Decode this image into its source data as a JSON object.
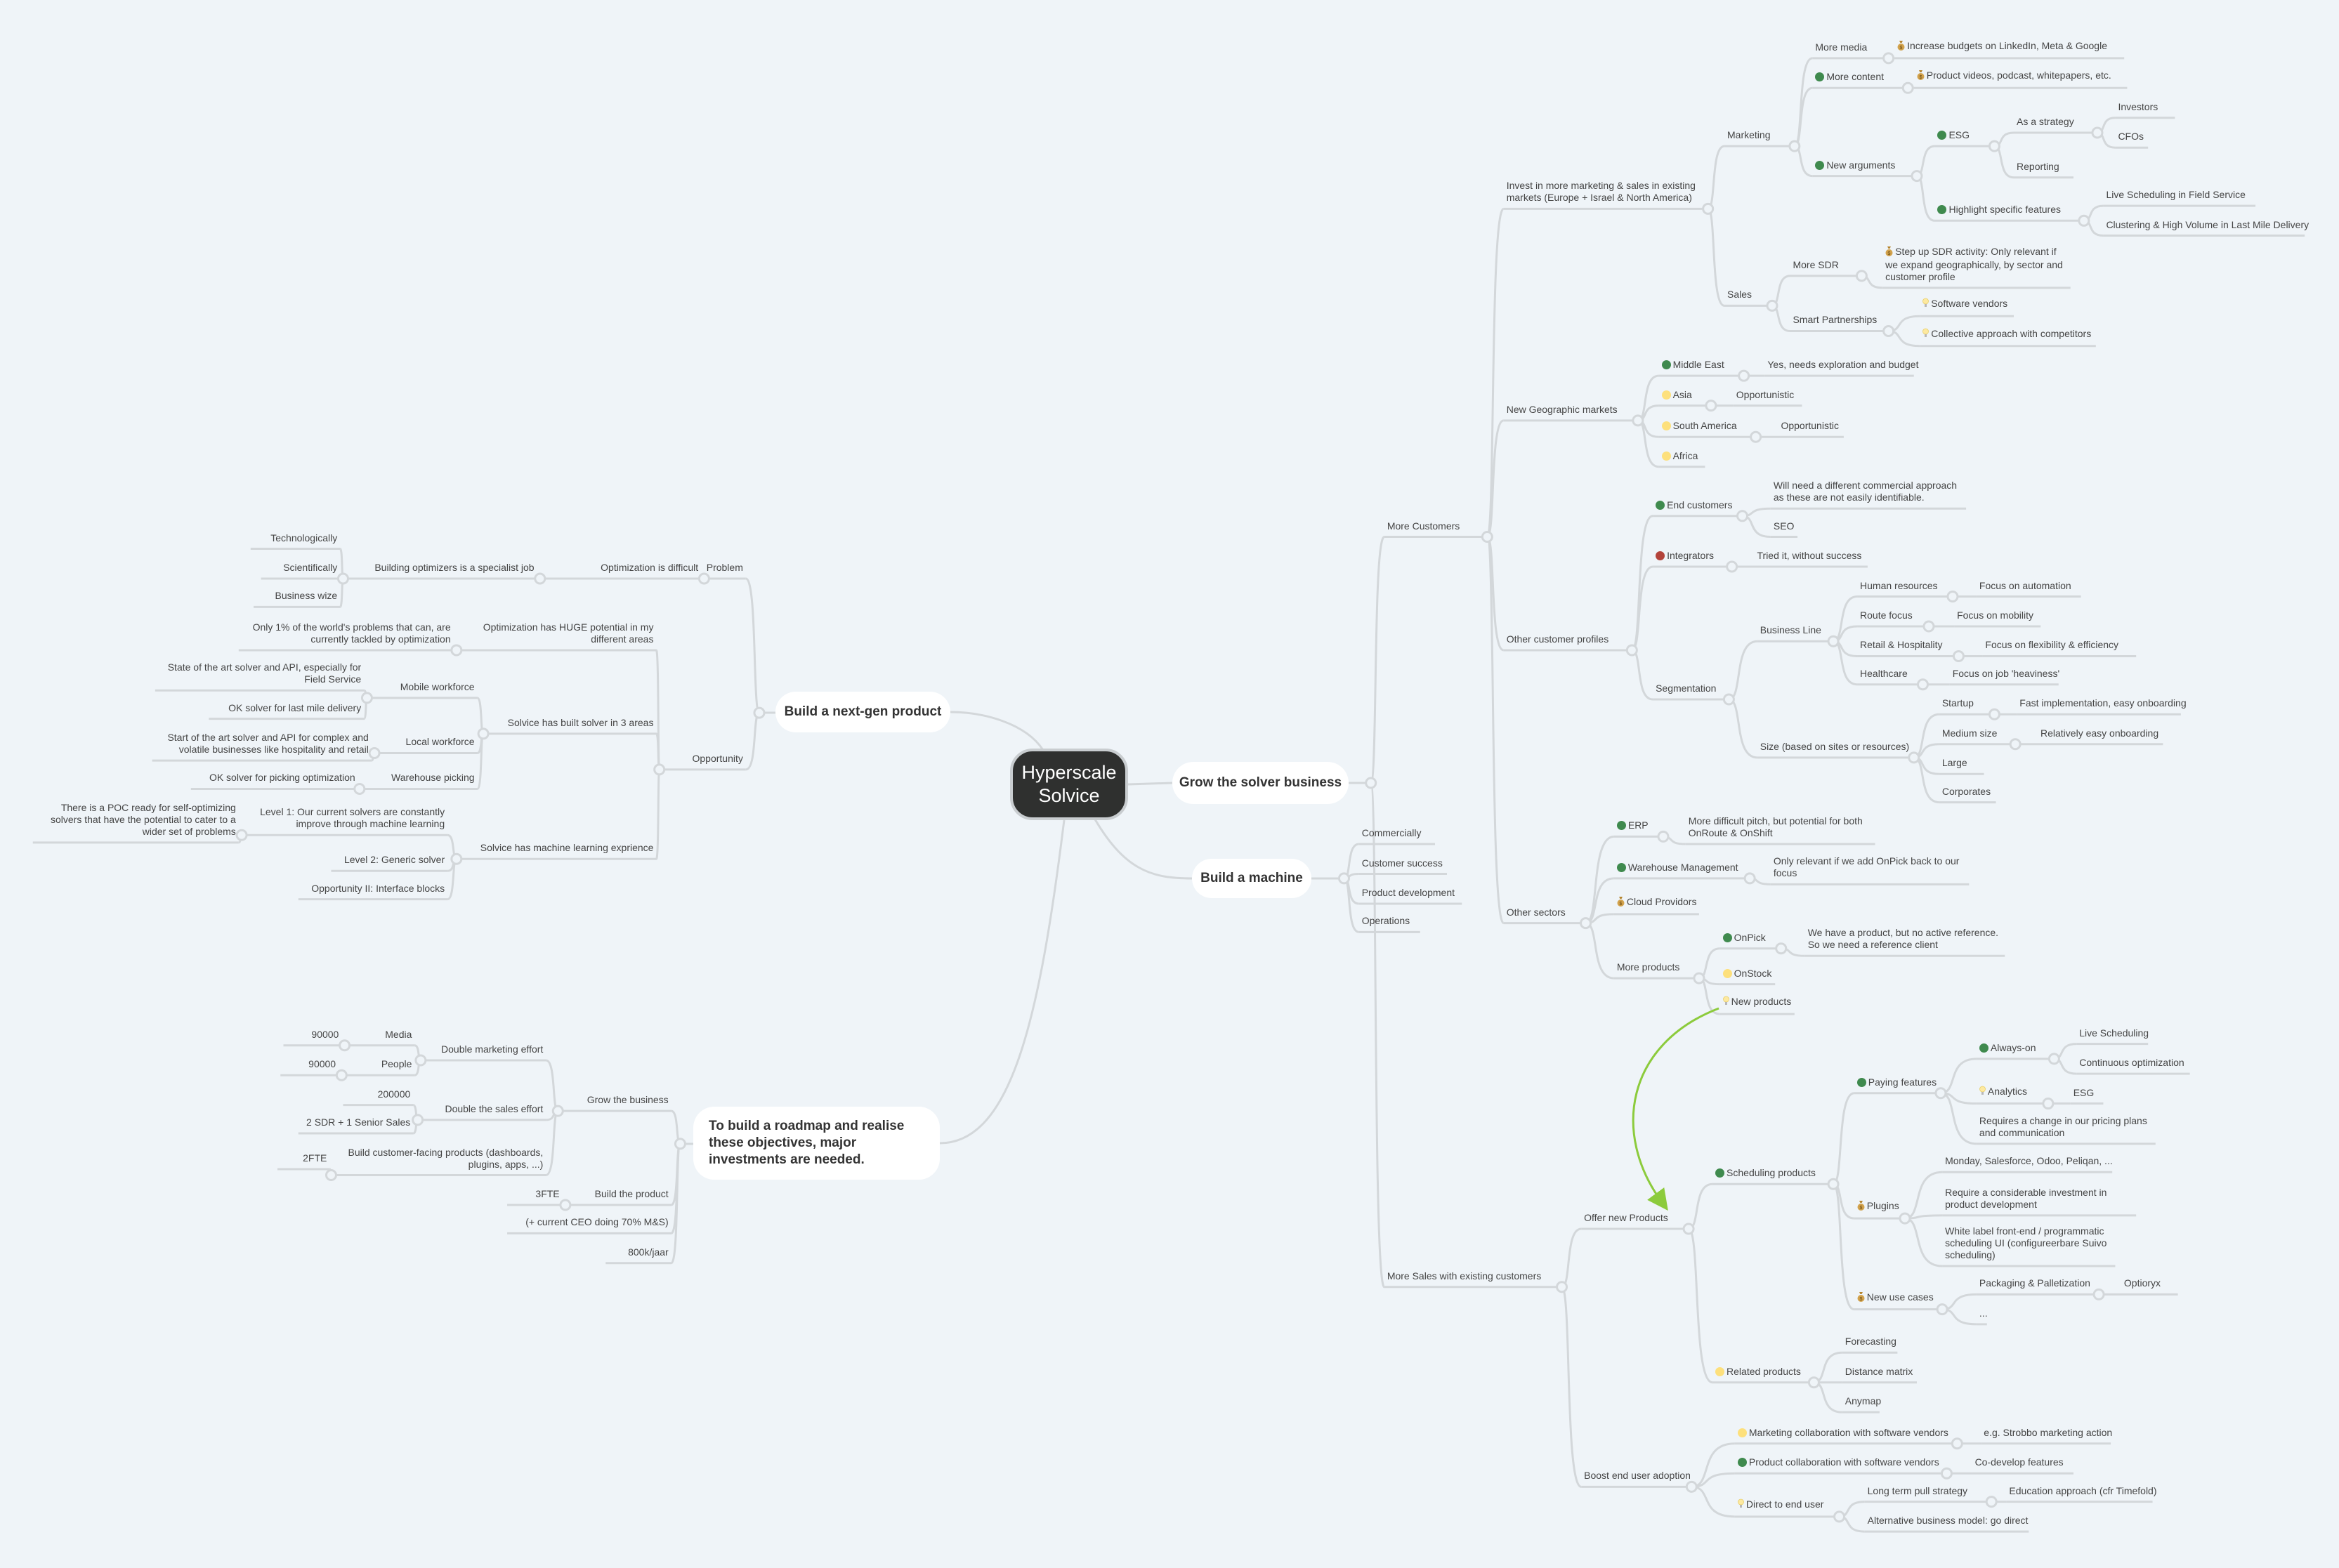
{
  "central_topic": "Hyperscale Solvice",
  "main_topics": {
    "grow": "Grow the solver business",
    "machine": "Build a machine",
    "nextgen": "Build a next-gen product",
    "roadmap": "To build a roadmap and realise these objectives, major investments are needed."
  },
  "colors": {
    "green": "#3f8a4e",
    "yellow": "#fde07c",
    "red": "#b3433a",
    "line": "#d3d7da",
    "arrow": "#8ccb3c",
    "center": "#2f302f"
  },
  "nodes": {
    "more_customers": {
      "text": "More Customers"
    },
    "more_sales": {
      "text": "More Sales with existing customers"
    },
    "invest": {
      "text": "Invest in more marketing & sales in existing markets (Europe + Israel & North America)"
    },
    "geo": {
      "text": "New Geographic markets"
    },
    "other_profiles": {
      "text": "Other customer profiles"
    },
    "other_sectors": {
      "text": "Other sectors"
    },
    "marketing": {
      "text": "Marketing"
    },
    "sales": {
      "text": "Sales"
    },
    "more_media": {
      "text": "More media"
    },
    "more_content": {
      "text": "More content",
      "marker": "green"
    },
    "new_args": {
      "text": "New arguments",
      "marker": "green"
    },
    "increase_budgets": {
      "text": "Increase budgets on LinkedIn, Meta & Google",
      "marker": "money"
    },
    "product_videos": {
      "text": "Product videos, podcast, whitepapers, etc.",
      "marker": "money"
    },
    "esg": {
      "text": "ESG",
      "marker": "green"
    },
    "highlight": {
      "text": "Highlight specific features",
      "marker": "green"
    },
    "strategy": {
      "text": "As a strategy"
    },
    "reporting": {
      "text": "Reporting"
    },
    "investors": {
      "text": "Investors"
    },
    "cfos": {
      "text": "CFOs"
    },
    "live_fs": {
      "text": "Live Scheduling in Field Service"
    },
    "clustering": {
      "text": "Clustering & High Volume in Last Mile Delivery"
    },
    "more_sdr": {
      "text": "More SDR"
    },
    "smart_partner": {
      "text": "Smart Partnerships"
    },
    "step_up": {
      "text": "Step up SDR activity: Only relevant if we expand geographically, by sector and customer profile",
      "marker": "money"
    },
    "sw_vendors": {
      "text": "Software vendors",
      "marker": "idea"
    },
    "collective": {
      "text": "Collective approach with competitors",
      "marker": "idea"
    },
    "middle_east": {
      "text": "Middle East",
      "marker": "green"
    },
    "asia": {
      "text": "Asia",
      "marker": "yellow"
    },
    "south_america": {
      "text": "South America",
      "marker": "yellow"
    },
    "africa": {
      "text": "Africa",
      "marker": "yellow"
    },
    "me_yes": {
      "text": "Yes, needs exploration and budget"
    },
    "asia_opp": {
      "text": "Opportunistic"
    },
    "sa_opp": {
      "text": "Opportunistic"
    },
    "end_customers": {
      "text": "End customers",
      "marker": "green"
    },
    "integrators": {
      "text": "Integrators",
      "marker": "red"
    },
    "segmentation": {
      "text": "Segmentation"
    },
    "ec_approach": {
      "text": "Will need a different commercial approach as these are not easily identifiable."
    },
    "seo": {
      "text": "SEO"
    },
    "tried": {
      "text": "Tried it, without success"
    },
    "business_line": {
      "text": "Business Line"
    },
    "size": {
      "text": "Size (based on sites or resources)"
    },
    "hr": {
      "text": "Human resources"
    },
    "route": {
      "text": "Route focus"
    },
    "retail": {
      "text": "Retail & Hospitality"
    },
    "healthcare": {
      "text": "Healthcare"
    },
    "focus_auto": {
      "text": "Focus on automation"
    },
    "focus_mob": {
      "text": "Focus on mobility"
    },
    "focus_flex": {
      "text": "Focus on flexibility & efficiency"
    },
    "focus_heavy": {
      "text": "Focus on job 'heaviness'"
    },
    "startup": {
      "text": "Startup"
    },
    "medium": {
      "text": "Medium size"
    },
    "large": {
      "text": "Large"
    },
    "corporates": {
      "text": "Corporates"
    },
    "fast_impl": {
      "text": "Fast implementation, easy onboarding"
    },
    "rel_easy": {
      "text": "Relatively easy onboarding"
    },
    "erp": {
      "text": "ERP",
      "marker": "green"
    },
    "wms": {
      "text": "Warehouse Management",
      "marker": "green"
    },
    "cloud": {
      "text": "Cloud Providors",
      "marker": "money"
    },
    "more_products": {
      "text": "More products"
    },
    "erp_note": {
      "text": "More difficult pitch, but potential for both OnRoute & OnShift"
    },
    "wms_note": {
      "text": "Only relevant if we add OnPick back to our focus"
    },
    "onpick": {
      "text": "OnPick",
      "marker": "green"
    },
    "onstock": {
      "text": "OnStock",
      "marker": "yellow"
    },
    "new_products": {
      "text": "New products",
      "marker": "idea"
    },
    "onpick_note": {
      "text": "We have a product, but no active reference. So we need a reference client"
    },
    "offer_new": {
      "text": "Offer new Products"
    },
    "boost": {
      "text": "Boost end user adoption"
    },
    "scheduling": {
      "text": "Scheduling products",
      "marker": "green"
    },
    "related": {
      "text": "Related products",
      "marker": "yellow"
    },
    "paying": {
      "text": "Paying features",
      "marker": "green"
    },
    "plugins": {
      "text": "Plugins",
      "marker": "money"
    },
    "new_use": {
      "text": "New use cases",
      "marker": "money"
    },
    "always_on": {
      "text": "Always-on",
      "marker": "green"
    },
    "analytics": {
      "text": "Analytics",
      "marker": "idea"
    },
    "pricing_change": {
      "text": "Requires a change in our pricing plans and communication"
    },
    "live_sched": {
      "text": "Live Scheduling"
    },
    "cont_opt": {
      "text": "Continuous optimization"
    },
    "an_esg": {
      "text": "ESG"
    },
    "monday": {
      "text": "Monday, Salesforce, Odoo, Peliqan, ..."
    },
    "invest_dev": {
      "text": "Require a considerable investment in product development"
    },
    "white_label": {
      "text": "White label front-end / programmatic scheduling UI (configureerbare Suivo scheduling)"
    },
    "packaging": {
      "text": "Packaging & Palletization"
    },
    "ellipsis": {
      "text": "..."
    },
    "optioryx": {
      "text": "Optioryx"
    },
    "forecasting": {
      "text": "Forecasting"
    },
    "distance": {
      "text": "Distance matrix"
    },
    "anymap": {
      "text": "Anymap"
    },
    "mkt_collab": {
      "text": "Marketing collaboration with software vendors",
      "marker": "yellow"
    },
    "prod_collab": {
      "text": "Product collaboration with software vendors",
      "marker": "green"
    },
    "direct": {
      "text": "Direct to end user",
      "marker": "idea"
    },
    "strobbo": {
      "text": "e.g. Strobbo marketing action"
    },
    "codevelop": {
      "text": "Co-develop features"
    },
    "long_term": {
      "text": "Long term pull strategy"
    },
    "alt_model": {
      "text": "Alternative business model: go direct"
    },
    "education": {
      "text": "Education approach (cfr Timefold)"
    },
    "commercially": {
      "text": "Commercially"
    },
    "cust_success": {
      "text": "Customer success"
    },
    "prod_dev": {
      "text": "Product development"
    },
    "operations": {
      "text": "Operations"
    },
    "problem": {
      "text": "Problem"
    },
    "opportunity": {
      "text": "Opportunity"
    },
    "opt_difficult": {
      "text": "Optimization is difficult"
    },
    "building": {
      "text": "Building optimizers is a specialist job"
    },
    "techn": {
      "text": "Technologically"
    },
    "scient": {
      "text": "Scientifically"
    },
    "bizwize": {
      "text": "Business wize"
    },
    "huge": {
      "text": "Optimization has HUGE potential in my different areas"
    },
    "only1": {
      "text": "Only 1% of the world's problems that can, are currently tackled by optimization"
    },
    "built3": {
      "text": "Solvice has built solver in 3 areas"
    },
    "mobile": {
      "text": "Mobile workforce"
    },
    "state_fs": {
      "text": "State of the art solver and API, especially for Field Service"
    },
    "ok_lastmile": {
      "text": "OK solver for last mile delivery"
    },
    "local": {
      "text": "Local workforce"
    },
    "start_art": {
      "text": "Start of the art solver and API for complex and volatile businesses like hospitality and retail"
    },
    "wh_pick": {
      "text": "Warehouse picking"
    },
    "ok_pick": {
      "text": "OK solver for picking optimization"
    },
    "ml": {
      "text": "Solvice has machine learning exprience"
    },
    "level1": {
      "text": "Level 1: Our current solvers are constantly improve through machine learning"
    },
    "poc": {
      "text": "There is a POC ready for self-optimizing solvers that have the potential to cater to a wider set of problems"
    },
    "level2": {
      "text": "Level 2: Generic solver"
    },
    "opp2": {
      "text": "Opportunity II: Interface blocks"
    },
    "grow_biz": {
      "text": "Grow the business"
    },
    "dbl_mkt": {
      "text": "Double marketing effort"
    },
    "media": {
      "text": "Media"
    },
    "m90k": {
      "text": "90000"
    },
    "people": {
      "text": "People"
    },
    "p90k": {
      "text": "90000"
    },
    "dbl_sales": {
      "text": "Double the sales effort"
    },
    "s200k": {
      "text": "200000"
    },
    "sdr": {
      "text": "2 SDR + 1 Senior Sales"
    },
    "cust_prod": {
      "text": "Build customer-facing products (dashboards, plugins, apps, ...)"
    },
    "fte2": {
      "text": "2FTE"
    },
    "build_prod": {
      "text": "Build the product"
    },
    "fte3": {
      "text": "3FTE"
    },
    "ceo": {
      "text": "(+ current CEO doing 70% M&S)"
    },
    "k800": {
      "text": "800k/jaar"
    }
  }
}
